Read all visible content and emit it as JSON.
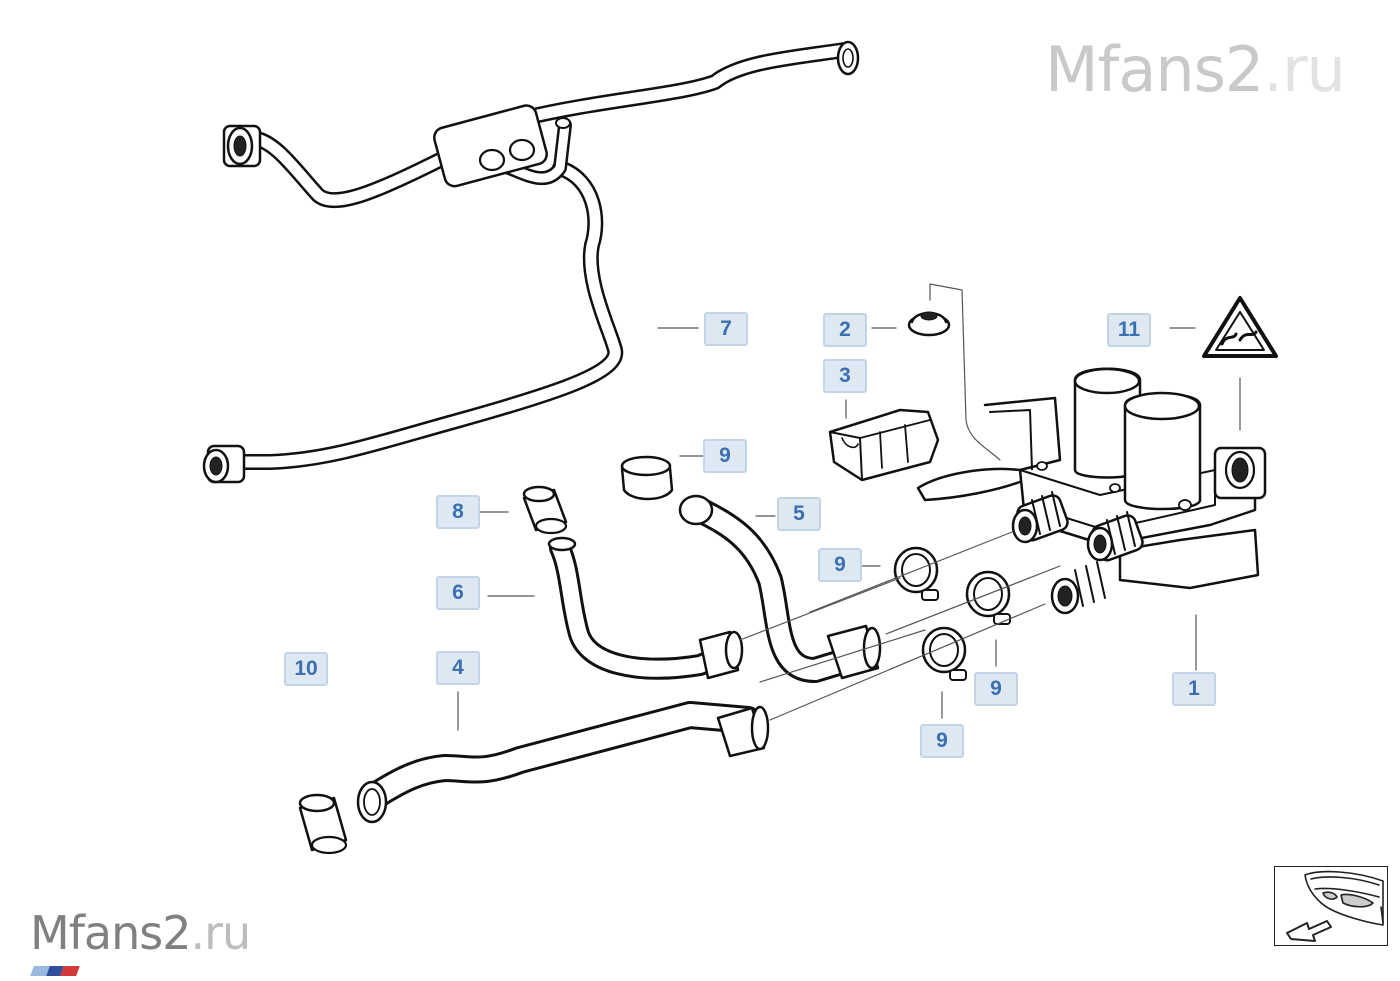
{
  "diagram": {
    "callouts": {
      "c1": "1",
      "c2": "2",
      "c3": "3",
      "c4": "4",
      "c5": "5",
      "c6": "6",
      "c7": "7",
      "c8": "8",
      "c9a": "9",
      "c9b": "9",
      "c9c": "9",
      "c9d": "9",
      "c10": "10",
      "c11": "11"
    }
  },
  "watermark": {
    "brand": "Mfans2",
    "tld": ".ru"
  },
  "colors": {
    "callout_text": "#3b6fb0",
    "callout_fill": "#dde8f3",
    "callout_border": "#c3d4e6",
    "watermark_top": "#c9c9c9",
    "watermark_bottom": "#808080",
    "stripe_colors": [
      "#9bb8de",
      "#2f4f9a",
      "#d23a3a"
    ]
  },
  "navigator": {
    "icon": "car-front-arrow-icon"
  }
}
